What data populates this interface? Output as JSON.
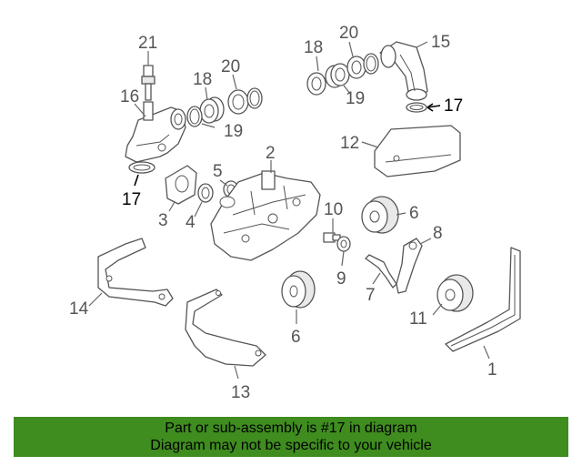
{
  "callouts": {
    "n1": "1",
    "n2": "2",
    "n3": "3",
    "n4": "4",
    "n5": "5",
    "n6a": "6",
    "n6b": "6",
    "n7": "7",
    "n8": "8",
    "n9": "9",
    "n10": "10",
    "n11": "11",
    "n12": "12",
    "n13": "13",
    "n14": "14",
    "n15": "15",
    "n16": "16",
    "n17a": "17",
    "n17b": "17",
    "n18a": "18",
    "n18b": "18",
    "n19a": "19",
    "n19b": "19",
    "n20a": "20",
    "n20b": "20",
    "n21": "21"
  },
  "footer": {
    "line1": "Part or sub-assembly is #17 in diagram",
    "line2": "Diagram may not be specific to your vehicle"
  },
  "colors": {
    "footer_background": "#3f8c1f",
    "line_art": "#555555",
    "highlight": "#000000"
  }
}
